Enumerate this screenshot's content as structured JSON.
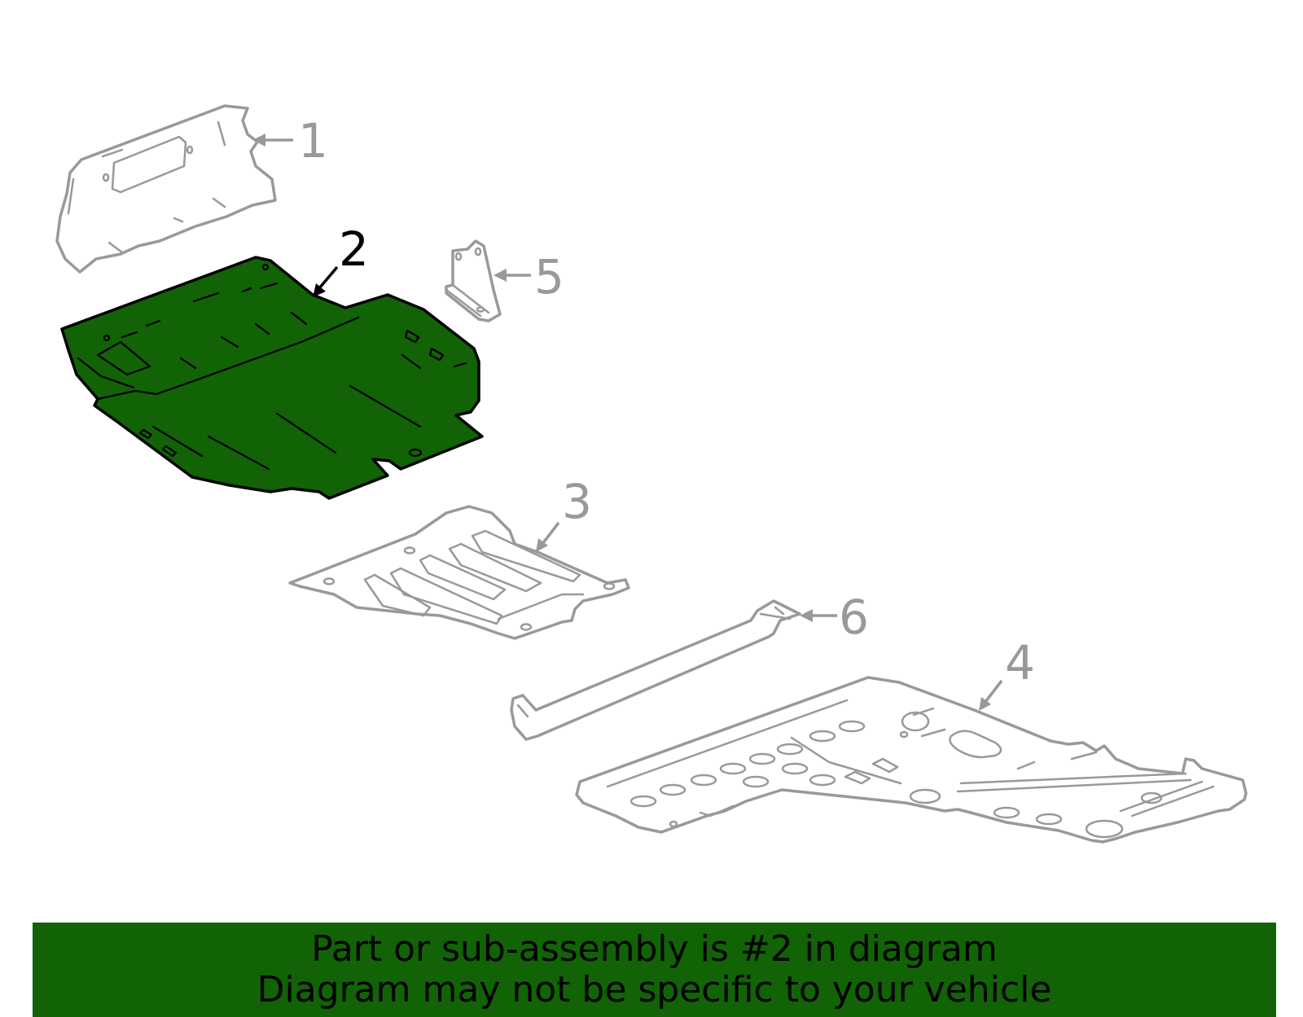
{
  "diagram": {
    "highlight_color": "#116306",
    "line_color": "#999999",
    "highlighted_part": "2",
    "callouts": [
      {
        "number": "1",
        "active": false
      },
      {
        "number": "2",
        "active": true
      },
      {
        "number": "3",
        "active": false
      },
      {
        "number": "4",
        "active": false
      },
      {
        "number": "5",
        "active": false
      },
      {
        "number": "6",
        "active": false
      }
    ]
  },
  "banner": {
    "background_color": "#116306",
    "line1": "Part or sub-assembly is #2 in diagram",
    "line2": "Diagram may not be specific to your vehicle"
  }
}
